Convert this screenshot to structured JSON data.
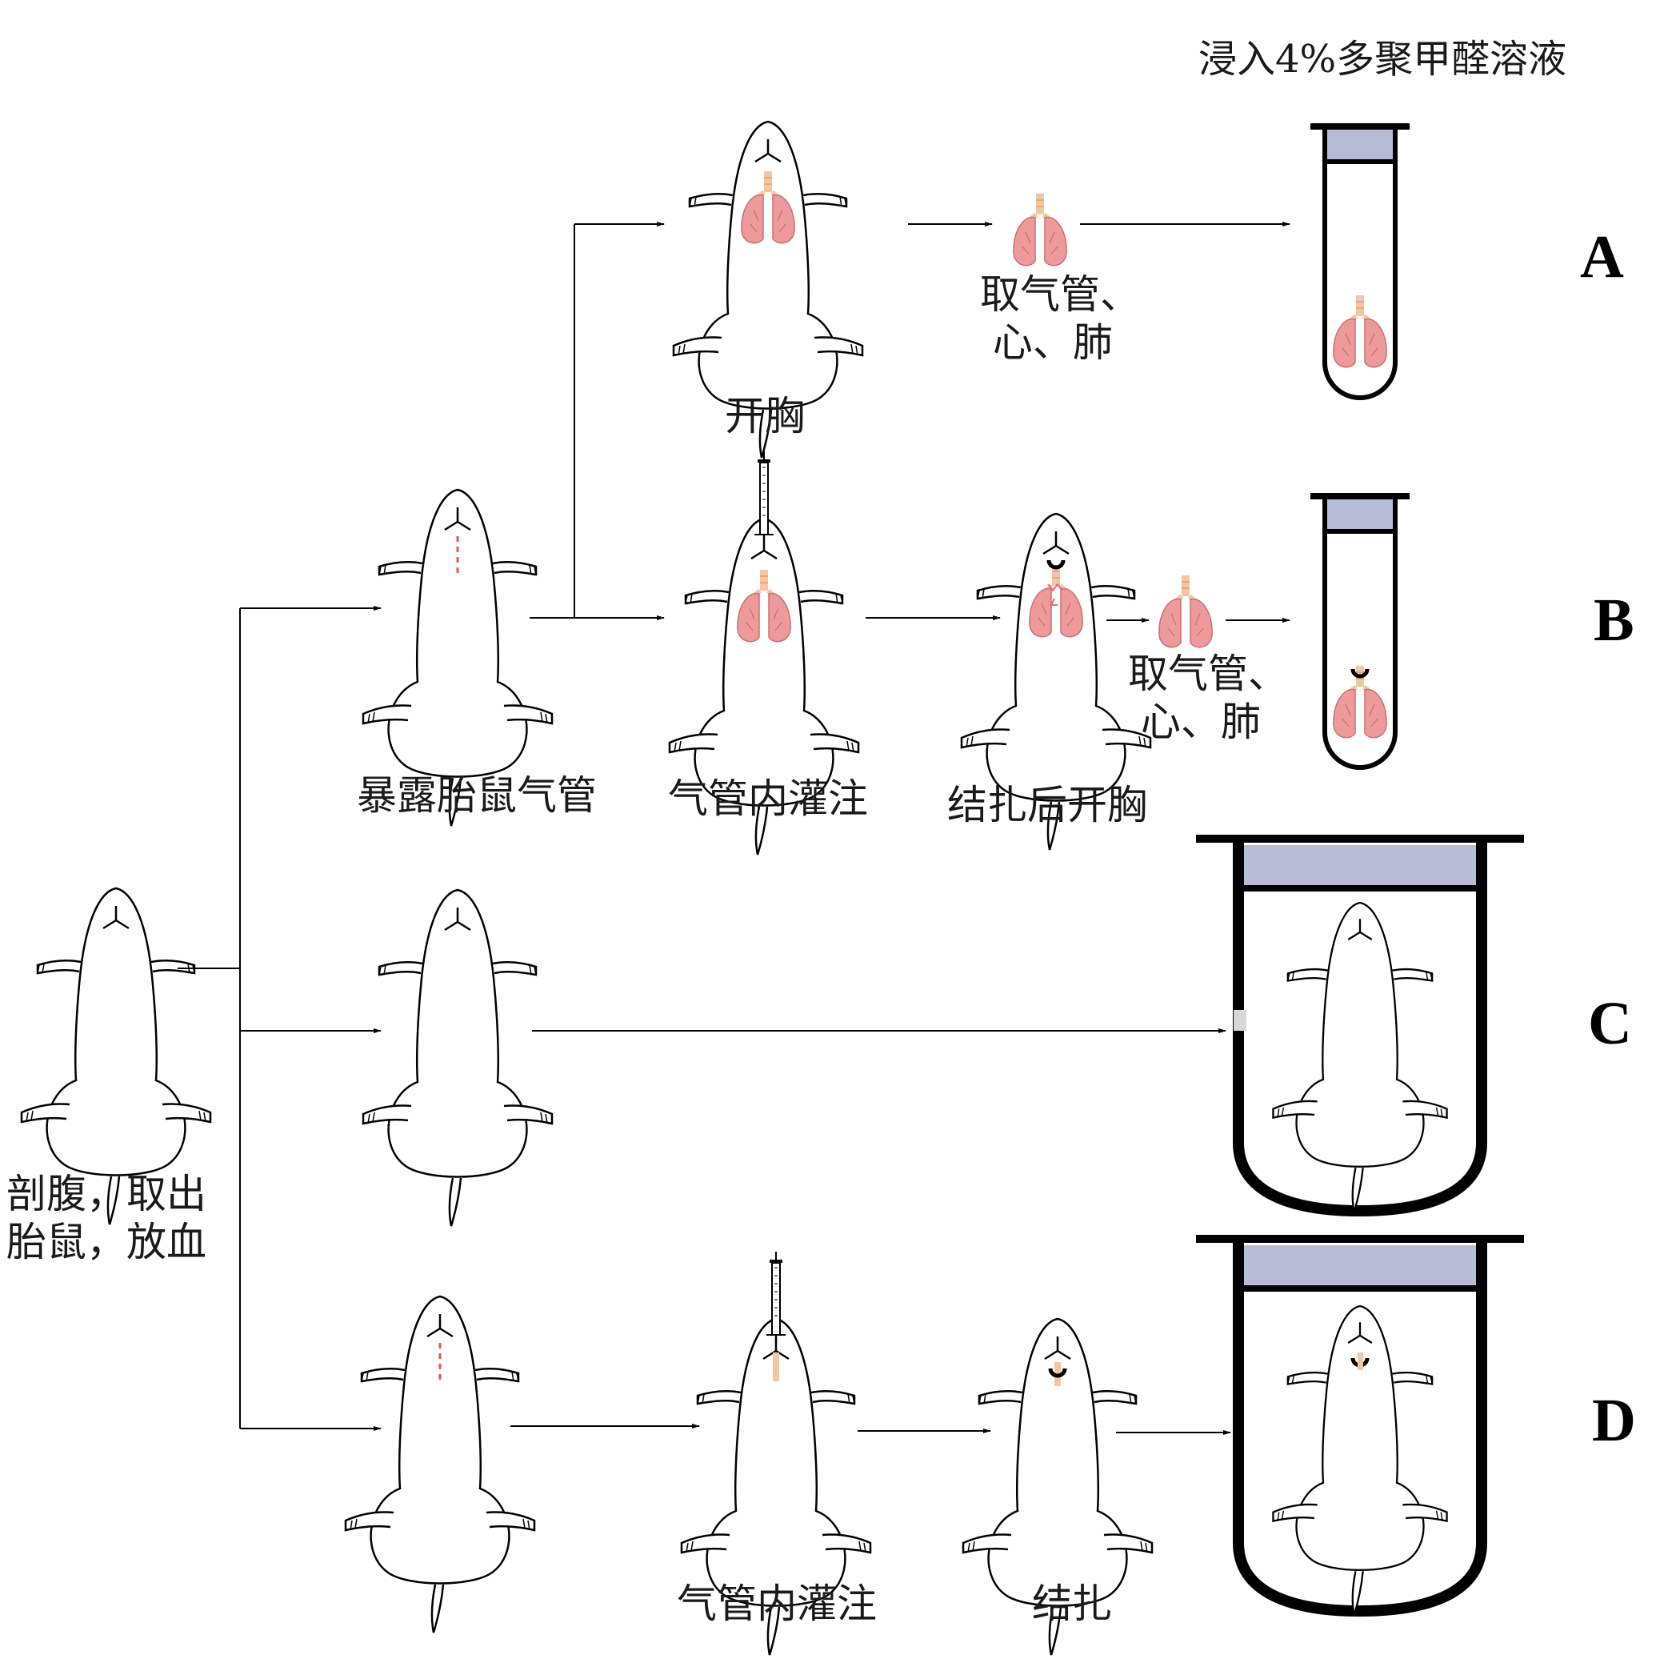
{
  "title": "浸入4%多聚甲醛溶液",
  "rows": [
    "A",
    "B",
    "C",
    "D"
  ],
  "labels": {
    "start": "剖腹，取出\n胎鼠，放血",
    "expose": "暴露胎鼠气管",
    "open_chest": "开胸",
    "take_organs_a": "取气管、\n 心、肺",
    "perfusion_b": "气管内灌注",
    "ligate_open": "结扎后开胸",
    "take_organs_b": "取气管、\n 心、肺",
    "perfusion_d": "气管内灌注",
    "ligate": "结扎"
  },
  "colors": {
    "lung": "#ef9a9a",
    "lung_stroke": "#c97070",
    "trachea": "#f6c6a2",
    "fixative": "#b7bcd6",
    "line": "#000000"
  }
}
